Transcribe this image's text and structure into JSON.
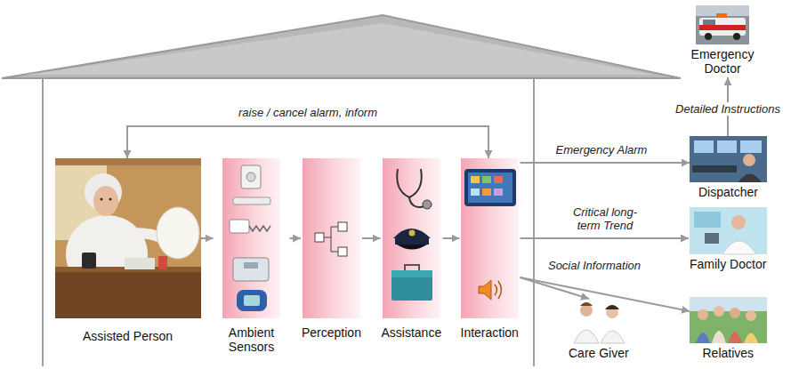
{
  "diagram": {
    "nodes": [
      {
        "text": [
          "Assisted Person"
        ]
      },
      {
        "text": [
          "Ambient Sensors"
        ]
      },
      {
        "text": [
          "Perception"
        ]
      },
      {
        "text": [
          "Assistance"
        ]
      },
      {
        "text": [
          "Interaction"
        ]
      },
      {
        "text": [
          "Emergency Doctor"
        ]
      },
      {
        "text": [
          "Dispatcher"
        ]
      },
      {
        "text": [
          "Family Doctor"
        ]
      },
      {
        "text": [
          "Care Giver"
        ]
      },
      {
        "text": [
          "Relatives"
        ]
      }
    ],
    "edges": [
      {
        "from": 0,
        "to": 4,
        "label": "raise / cancel alarm, inform",
        "arrow": "both"
      },
      {
        "from": 0,
        "to": 1,
        "arrow": "to"
      },
      {
        "from": 1,
        "to": 2,
        "arrow": "to"
      },
      {
        "from": 2,
        "to": 3,
        "arrow": "to"
      },
      {
        "from": 3,
        "to": 4,
        "arrow": "to"
      },
      {
        "from": 4,
        "to": 6,
        "label": "Emergency Alarm",
        "arrow": "to"
      },
      {
        "from": 4,
        "to": 7,
        "label": "Critical long-term Trend",
        "arrow": "to"
      },
      {
        "from": 4,
        "to": 8,
        "arrow": "to"
      },
      {
        "from": 4,
        "to": 9,
        "label": "Social Information",
        "arrow": "to"
      },
      {
        "from": 6,
        "to": 5,
        "label": "Detailed Instructions",
        "arrow": "to"
      }
    ]
  }
}
